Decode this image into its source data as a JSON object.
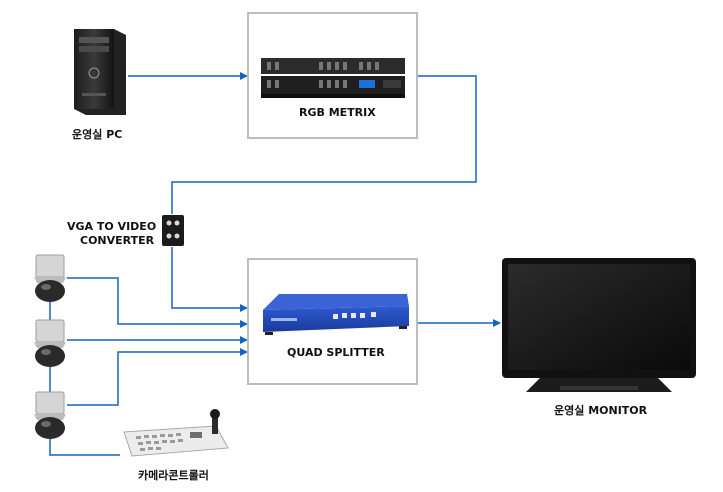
{
  "diagram": {
    "nodes": {
      "pc": {
        "label": "운영실 PC",
        "icon": "desktop-pc-icon"
      },
      "rgb_matrix": {
        "label": "RGB METRIX",
        "icon": "rgb-matrix-switcher-icon"
      },
      "vga_converter": {
        "label_line1": "VGA TO VIDEO",
        "label_line2": "CONVERTER",
        "icon": "vga-converter-icon"
      },
      "quad_splitter": {
        "label": "QUAD SPLITTER",
        "icon": "quad-splitter-icon"
      },
      "monitor": {
        "label": "운영실 MONITOR",
        "icon": "lcd-monitor-icon"
      },
      "cameras": {
        "count": 3,
        "icon": "dome-camera-icon"
      },
      "controller": {
        "label": "카메라콘트롤러",
        "icon": "camera-controller-icon"
      }
    },
    "wire_color": "#1565c0"
  }
}
